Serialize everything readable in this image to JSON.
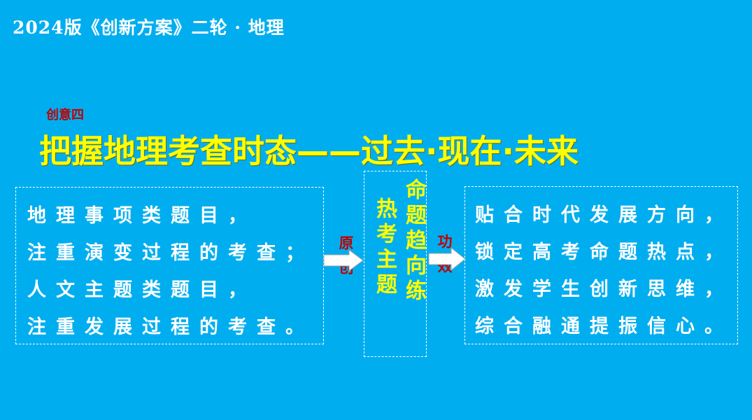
{
  "header": {
    "title": "2024版《创新方案》二轮 · 地理"
  },
  "slide": {
    "tag": "创意四",
    "title": "把握地理考查时态——过去·现在·未来",
    "left_lines": [
      "地理事项类题目，",
      "注重演变过程的考查；",
      "人文主题类题目，",
      "注重发展过程的考查。"
    ],
    "left_connector": "原创",
    "middle_col1": "命题趋向练",
    "middle_col2": "热考主题",
    "right_connector": "功效",
    "right_lines": [
      "贴合时代发展方向，",
      "锁定高考命题热点，",
      "激发学生创新思维，",
      "综合融通提振信心。"
    ]
  },
  "colors": {
    "background": "#00AEEF",
    "title": "#FFFF00",
    "accent_red": "#C00000",
    "text": "#FFFFFF"
  }
}
